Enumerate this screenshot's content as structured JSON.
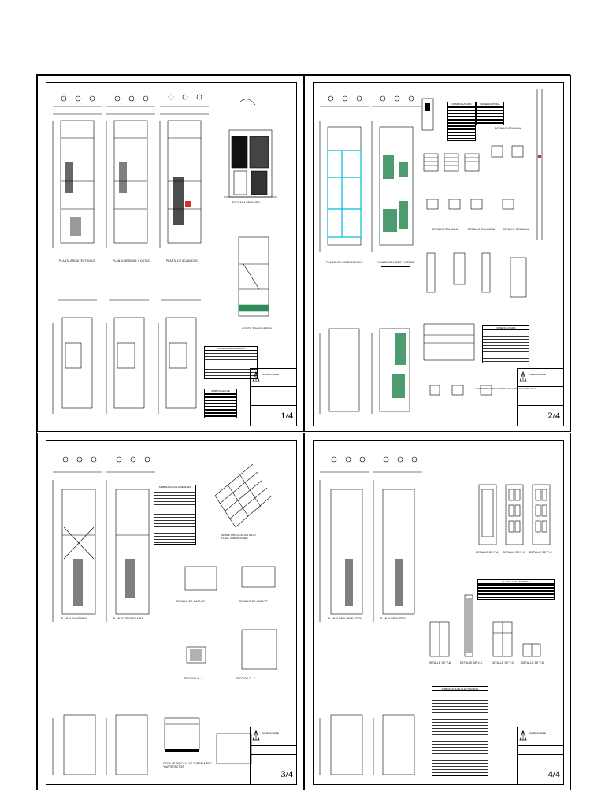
{
  "sheets": [
    {
      "id": "A",
      "labels": {
        "planta_arquitectonica": "PLANTA ARQUITECTONICA",
        "planta_medidas": "PLANTA MEDIDAS Y COTAS",
        "planta_acabados": "PLANTA DE ACABADOS",
        "fachada_principal": "FACHADA PRINCIPAL",
        "corte_transversal": "CORTE TRANSVERSAL",
        "planilla_acabados": "PLANILLA DE ACABADOS",
        "simbologia_acabados": "SIMBOLOGIA DE ACABADOS"
      },
      "title_block": {
        "project": "vivienda unifamiliar",
        "sheet_no": "1/4"
      }
    },
    {
      "id": "B",
      "labels": {
        "planta_cimentacion": "PLANTA DE CIMENTACION",
        "planta_vigas_losas": "PLANTA DE VIGAS Y LOSAS",
        "nomenclatura_1": "NOMENCLATURA",
        "nomenclatura_2": "NOMENCLATURA",
        "detalle_columna_1": "DETALLE COLUMNA",
        "detalle_columna_2": "DETALLE COLUMNA",
        "detalle_columna_3": "DETALLE COLUMNA",
        "detalle_columna_4": "DETALLE COLUMNA",
        "nomenclatura_3": "NOMENCLATURA",
        "isometrico_losa": "ISOMETRICO DE ARMADO DE LOSA DE CASA N° 1"
      },
      "title_block": {
        "project": "vivienda unifamiliar",
        "sheet_no": "2/4"
      }
    },
    {
      "id": "C",
      "labels": {
        "planta_sanitaria": "PLANTA SANITARIA",
        "planta_drenajes": "PLANTA DE DRENAJES",
        "simbologia_drenajes": "SIMBOLOGIA DE DRENAJES",
        "isometrico_artado": "ISOMETRICO DE ARTADO LOSA TRADICIONAL",
        "detalle_caja_1": "DETALLE DE CAJA \"U\"",
        "detalle_caja_2": "DETALLE DE CAJA \"T\"",
        "seccion_a": "SECCION A - A",
        "seccion_c": "SECCION C - C",
        "detalle_tuberia": "DETALLE DE CAJA DE TUBERIA PVC Y ARTEFACTOS"
      },
      "title_block": {
        "project": "vivienda unifamiliar",
        "sheet_no": "3/4"
      }
    },
    {
      "id": "D",
      "labels": {
        "planta_iluminacion": "PLANTA DE ILUMINACION",
        "planta_fuerza": "PLANTA DE FUERZA",
        "detalle_pa": "DETALLE DE P-A",
        "detalle_pb": "DETALLE DE P-C",
        "detalle_pc": "DETALLE DE P-C",
        "planilla_ventanas": "PLANILLA DE VENTANAS",
        "detalle_va": "DETALLE DE V-A",
        "detalle_vb": "DETALLE DE V-C",
        "detalle_vc": "DETALLE DE V-C",
        "detalle_vd": "DETALLE DE V-D",
        "simbologia_electricidad": "SIMBOLOGIA DE ELECTRICIDAD"
      },
      "title_block": {
        "project": "vivienda unifamiliar",
        "sheet_no": "4/4"
      }
    }
  ],
  "colors": {
    "ink": "#000000",
    "cyan": "#00bcd4",
    "green": "#2e8b57",
    "red": "#d32f2f"
  }
}
